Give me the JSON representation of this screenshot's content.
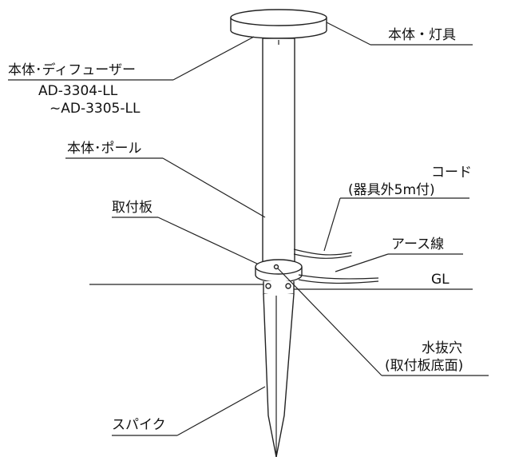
{
  "labels": {
    "lamp": "本体・灯具",
    "diffuser": "本体･ディフューザー",
    "model_1": "AD-3304-LL",
    "model_2": "~AD-3305-LL",
    "pole": "本体･ポール",
    "cord": "コード",
    "cord_note": "(器具外5m付)",
    "plate": "取付板",
    "earth_wire": "アース線",
    "ground_line": "GL",
    "drain_hole": "水抜穴",
    "drain_hole_note": "(取付板底面)",
    "spike": "スパイク"
  }
}
